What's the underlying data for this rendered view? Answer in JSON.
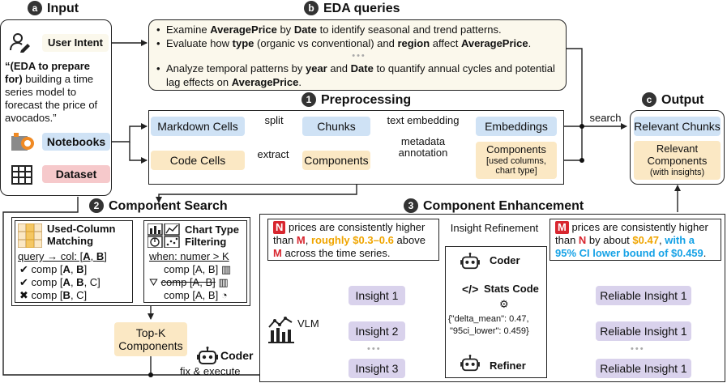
{
  "sections": {
    "input": {
      "letter": "a",
      "title": "Input"
    },
    "eda": {
      "letter": "b",
      "title": "EDA queries"
    },
    "preprocessing": {
      "letter": "1",
      "title": "Preprocessing"
    },
    "output": {
      "letter": "c",
      "title": "Output"
    },
    "component_search": {
      "letter": "2",
      "title": "Component Search"
    },
    "component_enhancement": {
      "letter": "3",
      "title": "Component Enhancement"
    }
  },
  "input": {
    "user_intent": "User Intent",
    "quote": "“(EDA to prepare for) building a time series model to forecast the price of avocados.”",
    "quote_lead": "“(EDA to prepare for)",
    "quote_rest": "building a time series model to forecast the price of avocados.”",
    "notebooks": "Notebooks",
    "dataset": "Dataset"
  },
  "eda_queries": {
    "q1": [
      "Examine ",
      "AveragePrice",
      " by ",
      "Date",
      " to identify seasonal and trend patterns."
    ],
    "q2": [
      "Evaluate how ",
      "type",
      " (organic vs conventional) and ",
      "region",
      " affect ",
      "AveragePrice",
      "."
    ],
    "q3": [
      "Analyze temporal patterns by ",
      "year",
      " and ",
      "Date",
      " to quantify annual cycles and potential lag effects on ",
      "AveragePrice",
      "."
    ],
    "ellipsis": "•••"
  },
  "preprocessing": {
    "markdown_cells": "Markdown Cells",
    "code_cells": "Code Cells",
    "split": "split",
    "extract": "extract",
    "chunks": "Chunks",
    "components": "Components",
    "text_embedding": "text embedding",
    "metadata_annotation_1": "metadata",
    "metadata_annotation_2": "annotation",
    "embeddings": "Embeddings",
    "components_meta_title": "Components",
    "components_meta_sub": "[used columns, chart type]"
  },
  "output": {
    "search": "search",
    "relevant_chunks": "Relevant Chunks",
    "relevant_components": "Relevant Components",
    "with_insights": "(with insights)"
  },
  "component_search": {
    "used_column_title": "Used-Column Matching",
    "query_line": [
      "query → col: [",
      "A",
      ", ",
      "B",
      "]"
    ],
    "col_items": [
      {
        "mark": "check",
        "parts": [
          "comp [",
          "A",
          ", ",
          "B",
          "]"
        ]
      },
      {
        "mark": "check",
        "parts": [
          "comp [",
          "A",
          ", ",
          "B",
          ", C]"
        ]
      },
      {
        "mark": "cross",
        "parts": [
          "comp [",
          "B",
          ", C]"
        ]
      }
    ],
    "chart_type_title": "Chart Type Filtering",
    "when_line": "when: numer > K",
    "chart_items": [
      "comp [A, B]",
      "comp [A, B]",
      "comp [A, B]"
    ],
    "topk_1": "Top-K",
    "topk_2": "Components",
    "coder": "Coder",
    "fix_execute": "fix & execute"
  },
  "enhancement": {
    "left_text": {
      "n": "N",
      "t1": " prices are consistently higher than ",
      "m": "M",
      "t2": ", ",
      "rough": "roughly $0.3–0.6",
      "t3": " above ",
      "m2": "M",
      "t4": " across the time series."
    },
    "insight_refinement": "Insight Refinement",
    "right_text": {
      "m": "M",
      "t1": " prices are consistently higher than ",
      "n": "N",
      "t2": " by about ",
      "val": "$0.47",
      "t3": ", ",
      "ci": "with a 95% CI lower bound of $0.459",
      "t4": "."
    },
    "vlm": "VLM",
    "insights": [
      "Insight 1",
      "Insight 2",
      "Insight 3"
    ],
    "reliable": [
      "Reliable Insight 1",
      "Reliable Insight 1",
      "Reliable Insight 1"
    ],
    "coder": "Coder",
    "stats_code": "Stats Code",
    "json_line1": "{\"delta_mean\": 0.47,",
    "json_line2": "\"95ci_lower\": 0.459}",
    "refiner": "Refiner",
    "ellipsis": "•••"
  }
}
